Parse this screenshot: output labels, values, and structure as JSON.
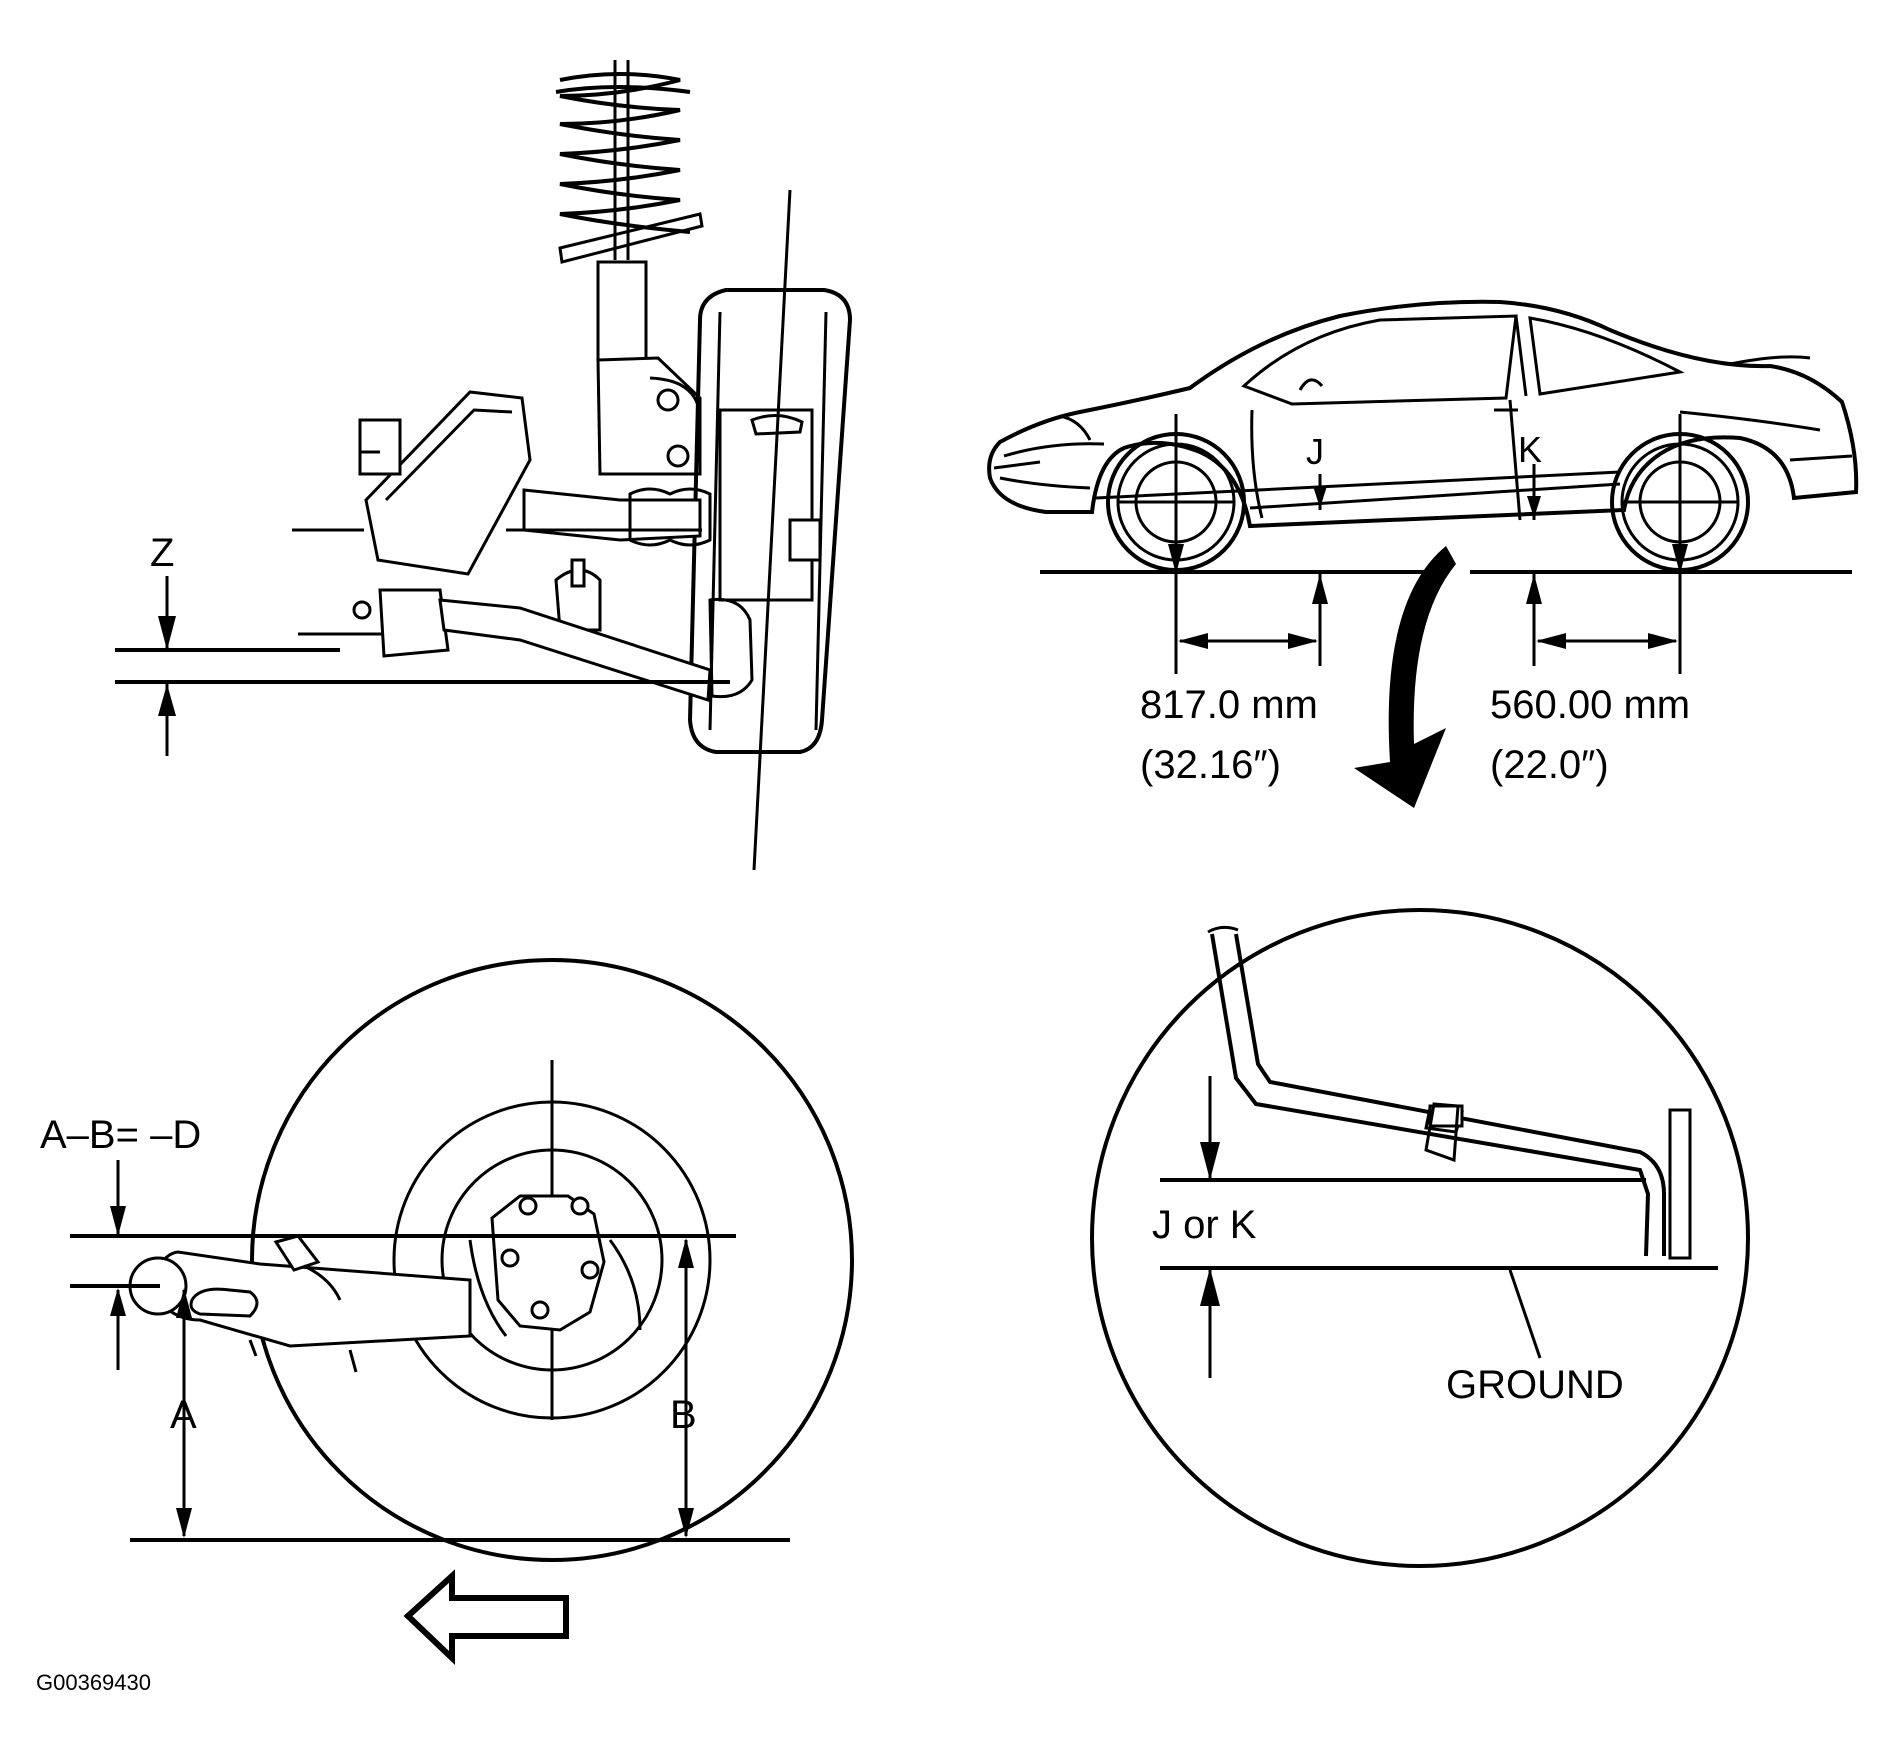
{
  "labels": {
    "z": "Z",
    "j": "J",
    "k": "K",
    "front_dimension_mm": "817.0 mm",
    "front_dimension_in": "(32.16″)",
    "rear_dimension_mm": "560.00 mm",
    "rear_dimension_in": "(22.0″)",
    "j_or_k": "J or K",
    "ground": "GROUND",
    "formula": "A–B= –D",
    "a": "A",
    "b": "B",
    "figure_id": "G00369430"
  },
  "icons": {
    "direction_arrow": "left-arrow-icon",
    "detail_arrow": "curved-down-arrow-icon"
  }
}
